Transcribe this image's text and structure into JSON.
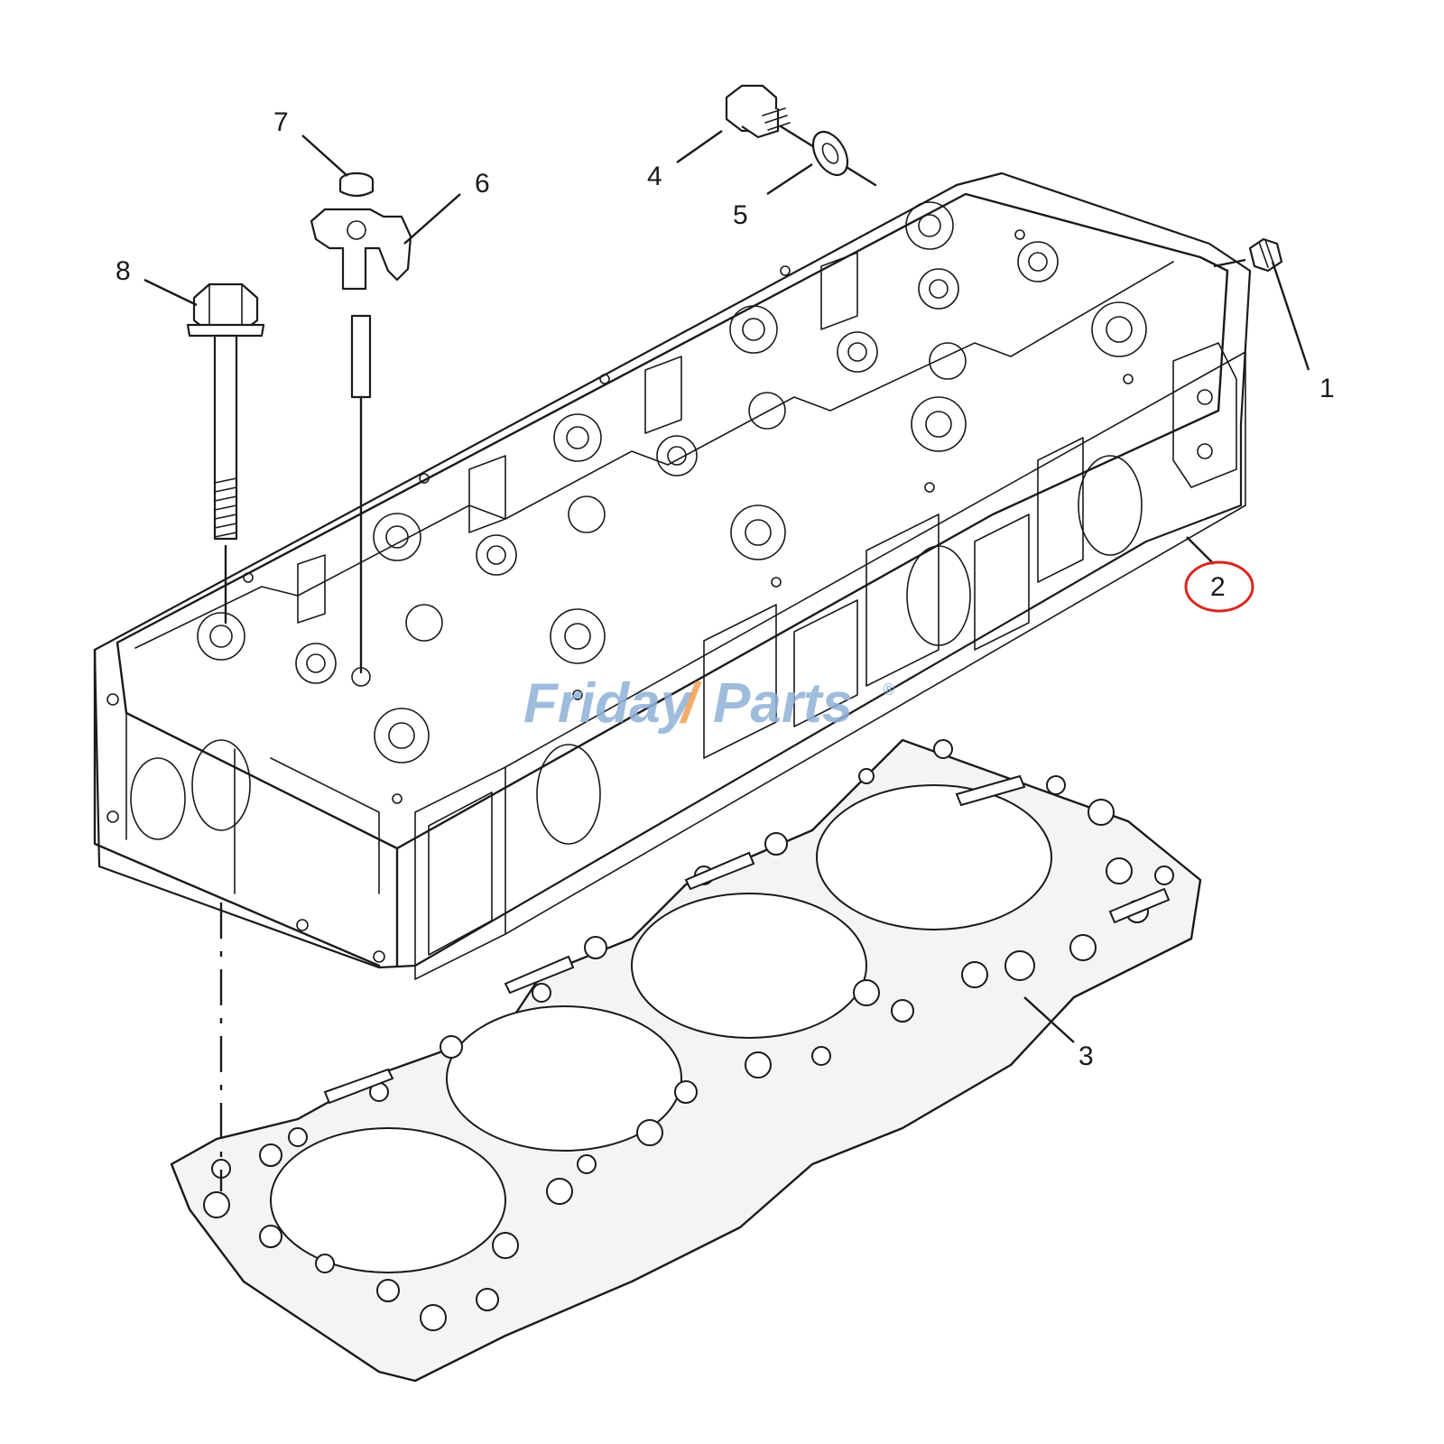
{
  "diagram": {
    "callouts": [
      {
        "id": "1",
        "label": "1"
      },
      {
        "id": "2",
        "label": "2"
      },
      {
        "id": "3",
        "label": "3"
      },
      {
        "id": "4",
        "label": "4"
      },
      {
        "id": "5",
        "label": "5"
      },
      {
        "id": "6",
        "label": "6"
      },
      {
        "id": "7",
        "label": "7"
      },
      {
        "id": "8",
        "label": "8"
      }
    ],
    "highlighted_callout": "2",
    "highlight_color": "#d9261c"
  },
  "watermark": {
    "part1": "Friday",
    "part2": "Parts",
    "mark": "®",
    "color_primary": "#8fb1d8",
    "color_accent": "#f0a050"
  }
}
